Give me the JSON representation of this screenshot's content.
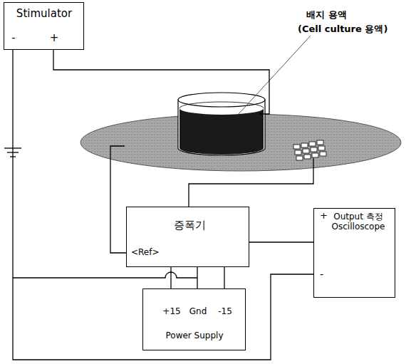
{
  "diagram": {
    "nodes": [
      {
        "text": [
          "Stimulator",
          "-",
          "+"
        ]
      },
      {
        "text": [
          "증폭기",
          "<Ref>"
        ]
      },
      {
        "text": [
          "+",
          "Output 측정 Oscilloscope",
          "-"
        ]
      },
      {
        "text": [
          "+15",
          "Gnd",
          "-15",
          "Power Supply"
        ]
      }
    ],
    "edges": [
      {
        "from": 1,
        "to": 2,
        "arrow": "none"
      },
      {
        "from": 3,
        "to": 1,
        "arrow": "none"
      },
      {
        "from": 3,
        "to": 1,
        "arrow": "none"
      },
      {
        "from": 3,
        "to": 1,
        "arrow": "none"
      },
      {
        "from": 0,
        "to": 2,
        "arrow": "none"
      }
    ],
    "labels": [
      "배지 용액",
      "(Cell culture 용액)"
    ]
  }
}
